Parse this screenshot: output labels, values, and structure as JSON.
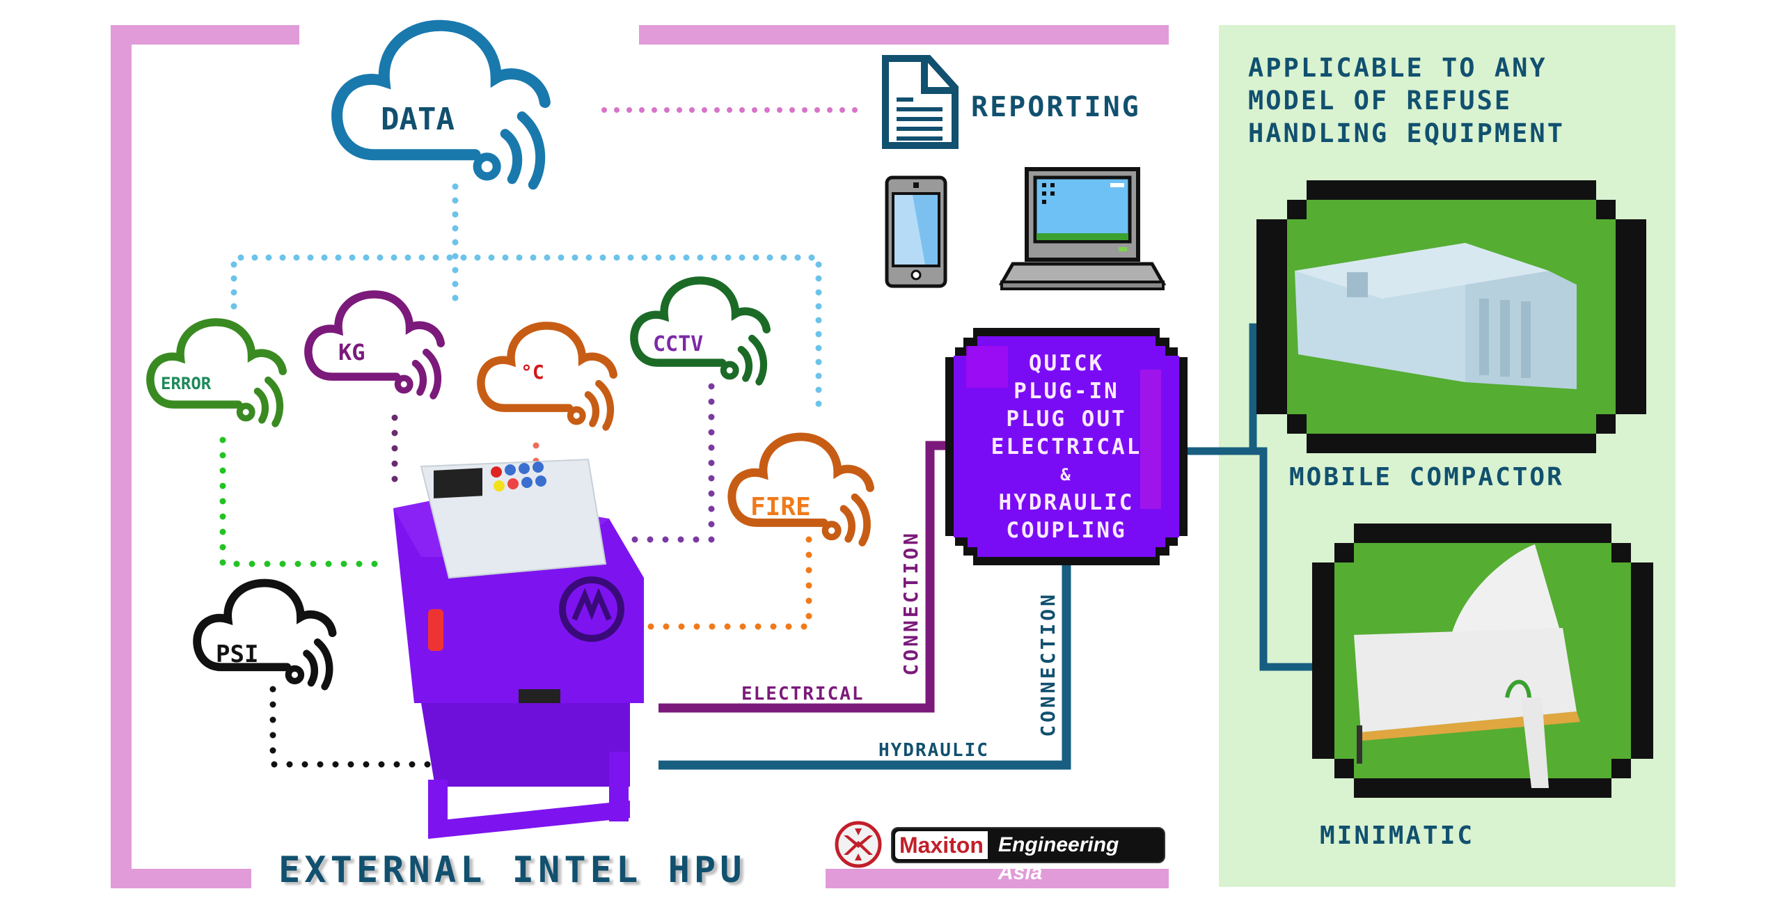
{
  "diagram": {
    "title": "EXTERNAL INTEL HPU",
    "hub_cloud": {
      "label": "DATA",
      "color": "#1979ad"
    },
    "reporting": {
      "label": "REPORTING",
      "icon": "document-icon"
    },
    "devices": [
      {
        "name": "smartphone",
        "icon": "smartphone-icon"
      },
      {
        "name": "laptop",
        "icon": "laptop-icon"
      }
    ],
    "sensor_clouds": [
      {
        "label": "ERROR",
        "cloud_color": "#3a8a22",
        "text_color": "#1e8a5a",
        "link_color": "#22c322"
      },
      {
        "label": "KG",
        "cloud_color": "#7b1a7a",
        "text_color": "#7b1a7a",
        "link_color": "#6b2a6e"
      },
      {
        "label": "°C",
        "cloud_color": "#c75d14",
        "text_color": "#d41616",
        "link_color": "#f06b58"
      },
      {
        "label": "CCTV",
        "cloud_color": "#1b6b27",
        "text_color": "#7a2aa6",
        "link_color": "#7a3aa0"
      },
      {
        "label": "FIRE",
        "cloud_color": "#c75d14",
        "text_color": "#f07a1a",
        "link_color": "#f07a1a"
      },
      {
        "label": "PSI",
        "cloud_color": "#111111",
        "text_color": "#111111",
        "link_color": "#111111"
      }
    ],
    "coupling_box": {
      "lines": [
        "QUICK",
        "PLUG-IN",
        "PLUG OUT",
        "ELECTRICAL",
        "&",
        "HYDRAULIC",
        "COUPLING"
      ],
      "color": "#7a0cf5"
    },
    "connections": {
      "electrical": {
        "label": "ELECTRICAL",
        "vertical_label": "CONNECTION",
        "color": "#7b1a7a"
      },
      "hydraulic": {
        "label": "HYDRAULIC",
        "vertical_label": "CONNECTION",
        "color": "#175e80"
      }
    },
    "applicable_panel": {
      "lines": [
        "APPLICABLE TO ANY",
        "MODEL OF REFUSE",
        "HANDLING EQUIPMENT"
      ],
      "equipment": [
        {
          "label": "MOBILE COMPACTOR"
        },
        {
          "label": "MINIMATIC"
        }
      ]
    },
    "logo": {
      "brand": "Maxiton",
      "suffix": "Engineering Asia"
    },
    "colors": {
      "frame": "#e19bd9",
      "panel_bg": "#d9f2d0",
      "text_dark": "#11506f",
      "hpu_purple": "#7d14f0",
      "dotted_blue": "#6cc3ea",
      "equip_green": "#55ad32"
    }
  }
}
